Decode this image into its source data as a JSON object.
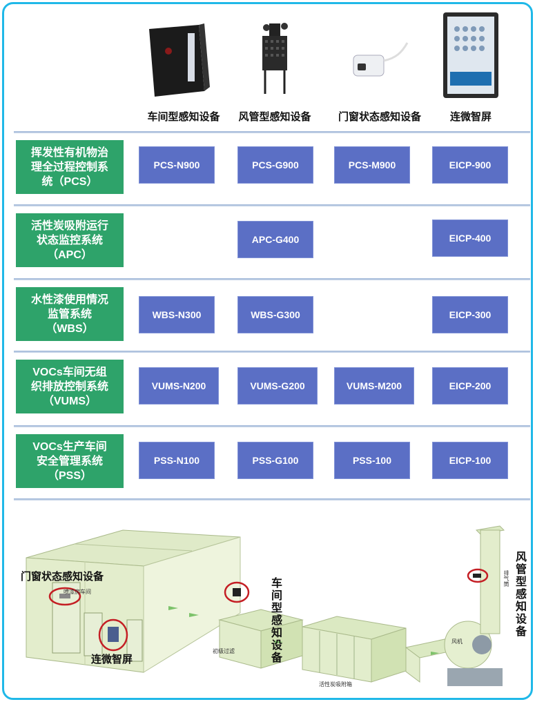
{
  "devices": [
    {
      "label": "车间型感知设备",
      "icon": "wall-box-sensor-icon"
    },
    {
      "label": "风管型感知设备",
      "icon": "duct-sensor-icon"
    },
    {
      "label": "门窗状态感知设备",
      "icon": "door-sensor-icon"
    },
    {
      "label": "连微智屏",
      "icon": "smart-screen-icon"
    }
  ],
  "systems": [
    {
      "lines": [
        "挥发性有机物治",
        "理全过程控制系",
        "统（PCS）"
      ],
      "models": [
        "PCS-N900",
        "PCS-G900",
        "PCS-M900",
        "EICP-900"
      ]
    },
    {
      "lines": [
        "活性炭吸附运行",
        "状态监控系统",
        "（APC）"
      ],
      "models": [
        "",
        "APC-G400",
        "",
        "EICP-400"
      ]
    },
    {
      "lines": [
        "水性漆使用情况",
        "监管系统",
        "（WBS）"
      ],
      "models": [
        "WBS-N300",
        "WBS-G300",
        "",
        "EICP-300"
      ]
    },
    {
      "lines": [
        "VOCs车间无组",
        "织排放控制系统",
        "（VUMS）"
      ],
      "models": [
        "VUMS-N200",
        "VUMS-G200",
        "VUMS-M200",
        "EICP-200"
      ]
    },
    {
      "lines": [
        "VOCs生产车间",
        "安全管理系统",
        "（PSS）"
      ],
      "models": [
        "PSS-N100",
        "PSS-G100",
        "PSS-100",
        "EICP-100"
      ]
    }
  ],
  "scene": {
    "door_sensor_label": "门窗状态感知设备",
    "screen_label": "连微智屏",
    "workshop_sensor_label": "车间型感知设备",
    "duct_sensor_label": "风管型感知设备",
    "workshop_sign": "喷漆房车间",
    "prefilter": "初级过滤",
    "carbon_box": "活性炭吸附箱",
    "fan": "风机",
    "exhaust": "排气筒"
  },
  "colors": {
    "frame": "#1fb8e8",
    "system_bg": "#2ea36a",
    "model_bg": "#5b6fc5"
  }
}
